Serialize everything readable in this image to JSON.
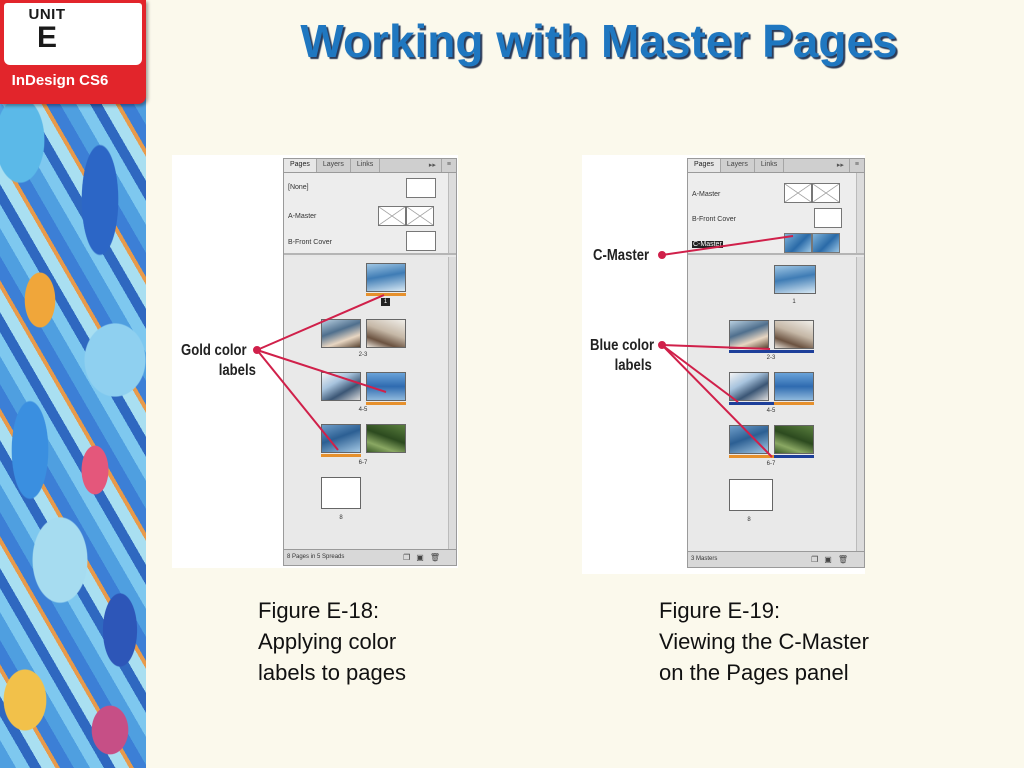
{
  "badge": {
    "unit_word": "UNIT",
    "unit_letter": "E",
    "product": "InDesign CS6"
  },
  "title": "Working with Master Pages",
  "fig18": {
    "tabs": [
      "Pages",
      "Layers",
      "Links"
    ],
    "panel_btn": "▸▸",
    "panel_menu": "≡",
    "masters": [
      "[None]",
      "A-Master",
      "B-Front Cover"
    ],
    "page_badge": "1",
    "spread_labels": [
      "2-3",
      "4-5",
      "6-7",
      "8"
    ],
    "footer": "8 Pages in 5 Spreads",
    "callout_line1": "Gold color",
    "callout_line2": "labels",
    "caption_line1": "Figure E-18:",
    "caption_line2": "Applying color",
    "caption_line3": "labels to pages"
  },
  "fig19": {
    "tabs": [
      "Pages",
      "Layers",
      "Links"
    ],
    "panel_btn": "▸▸",
    "panel_menu": "≡",
    "masters": [
      "A-Master",
      "B-Front Cover",
      "C-Master"
    ],
    "spread_labels": [
      "1",
      "2-3",
      "4-5",
      "6-7",
      "8"
    ],
    "footer": "3 Masters",
    "callout_cmaster": "C-Master",
    "callout_line1": "Blue color",
    "callout_line2": "labels",
    "caption_line1": "Figure E-19:",
    "caption_line2": "Viewing the C-Master",
    "caption_line3": "on the Pages panel"
  },
  "colors": {
    "title": "#1f77c0",
    "badge": "#e2252b",
    "gold_label": "#e6902c",
    "blue_label": "#1d3f9a",
    "leader": "#d0204a"
  },
  "icons": [
    "new-page-icon",
    "new-master-icon",
    "trash-icon"
  ]
}
